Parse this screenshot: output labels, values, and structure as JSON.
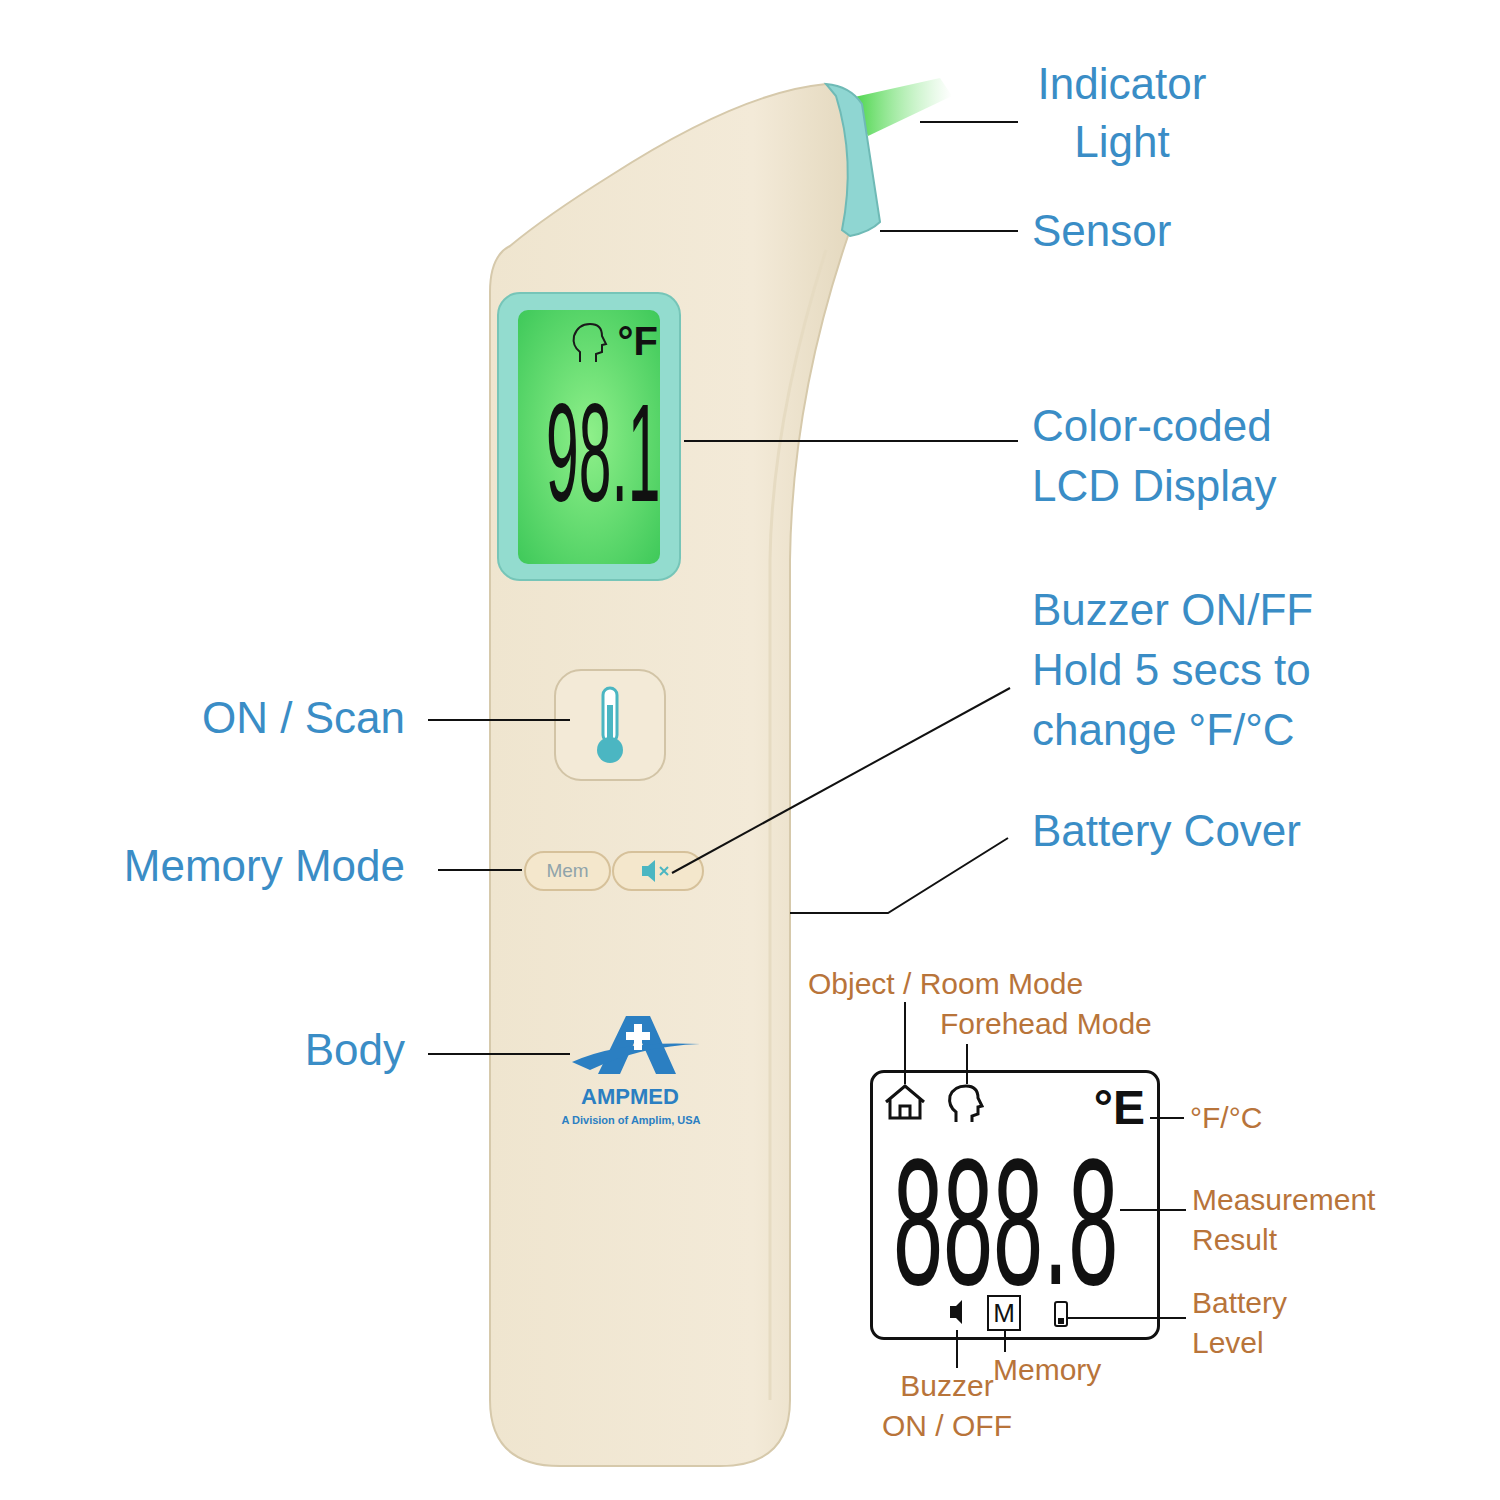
{
  "diagram": {
    "nodes": [
      {
        "text": [
          "°F",
          "98.1"
        ]
      },
      {
        "text": [
          "Mem"
        ]
      },
      {
        "text": [
          "°E",
          "888.8"
        ]
      },
      {
        "text": [
          "M"
        ],
        "in": 2
      }
    ],
    "labels": [
      "Indicator Light",
      "Sensor",
      "Color-coded LCD Display",
      "Buzzer ON/FF Hold 5 secs to change °F/°C",
      "Battery Cover",
      "ON / Scan",
      "Memory Mode",
      "Body",
      "AMPMED",
      "A Division of Amplim, USA",
      "Object / Room Mode",
      "Forehead Mode",
      "°F/°C",
      "Measurement Result",
      "Battery Level",
      "Buzzer ON / OFF",
      "Memory"
    ]
  }
}
